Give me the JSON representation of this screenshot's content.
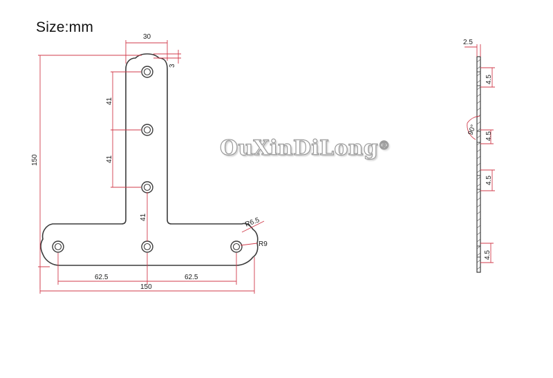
{
  "title": "Size:mm",
  "watermark": {
    "brand": "OuXinDiLong",
    "symbol": "®"
  },
  "colors": {
    "outline": "#3a3a3a",
    "dimension_line": "#d03a4a",
    "text": "#1a1a1a",
    "watermark_stroke": "#9a9a9a"
  },
  "front_view": {
    "dim_top_width": "30",
    "dim_top_offset": "3",
    "dim_hole_spacing_1": "41",
    "dim_hole_spacing_2": "41",
    "dim_hole_spacing_3": "41",
    "dim_total_height": "150",
    "dim_total_width": "150",
    "dim_left_half": "62.5",
    "dim_right_half": "62.5",
    "dim_radius_outer": "R6.5",
    "dim_radius_end": "R9"
  },
  "side_view": {
    "dim_thickness": "2.5",
    "dim_angle": "90°",
    "dim_hole_1": "4.5",
    "dim_hole_2": "4.5",
    "dim_hole_3": "4.5",
    "dim_hole_4": "4.5"
  }
}
